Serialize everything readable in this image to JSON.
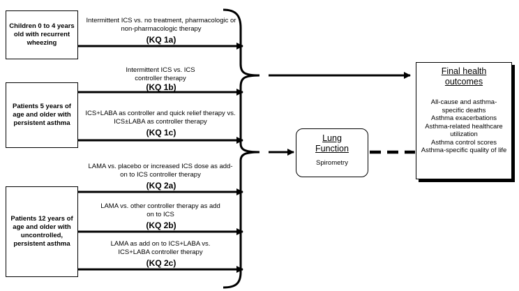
{
  "populations": [
    {
      "label": "Children 0 to 4 years old with recurrent wheezing"
    },
    {
      "label": "Patients 5 years of age and older with persistent asthma"
    },
    {
      "label": "Patients 12 years of age and older with uncontrolled, persistent asthma"
    }
  ],
  "comparisons": [
    {
      "text": "Intermittent ICS vs. no treatment, pharmacologic or non-pharmacologic therapy",
      "kq": "(KQ 1a)"
    },
    {
      "text": "Intermittent ICS vs. ICS controller therapy",
      "kq": "(KQ 1b)"
    },
    {
      "text": "ICS+LABA as controller and quick relief therapy vs. ICS±LABA as controller therapy",
      "kq": "(KQ 1c)"
    },
    {
      "text": "LAMA vs. placebo or increased ICS dose as add-on to ICS controller therapy",
      "kq": "(KQ 2a)"
    },
    {
      "text": "LAMA vs. other controller therapy as add on to ICS",
      "kq": "(KQ 2b)"
    },
    {
      "text": "LAMA as add on to ICS+LABA vs. ICS+LABA controller therapy",
      "kq": "(KQ 2c)"
    }
  ],
  "lung": {
    "title": "Lung Function",
    "subtitle": "Spirometry"
  },
  "final": {
    "title": "Final health outcomes",
    "outcomes": [
      "All-cause and asthma-specific deaths",
      "Asthma exacerbations",
      "Asthma-related healthcare utilization",
      "Asthma control scores",
      "Asthma-specific quality of life"
    ]
  }
}
